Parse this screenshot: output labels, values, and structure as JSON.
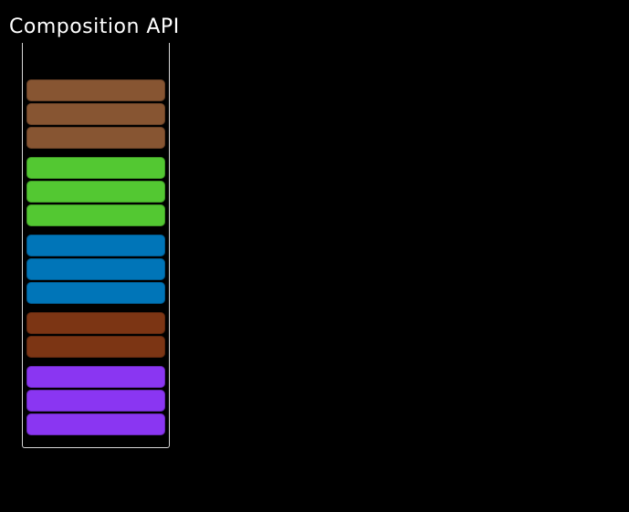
{
  "title": "Composition API",
  "canvas": {
    "background": "#000000",
    "title_color": "#ffffff"
  },
  "container": {
    "border_color": "#d8d8d8"
  },
  "stack": {
    "groups": [
      {
        "name": "brown",
        "color": "#875532",
        "bar_count": 3
      },
      {
        "name": "green",
        "color": "#53c832",
        "bar_count": 3
      },
      {
        "name": "blue",
        "color": "#0075b8",
        "bar_count": 3
      },
      {
        "name": "dark-red",
        "color": "#7c3514",
        "bar_count": 2
      },
      {
        "name": "purple",
        "color": "#8a36f2",
        "bar_count": 3
      }
    ]
  }
}
